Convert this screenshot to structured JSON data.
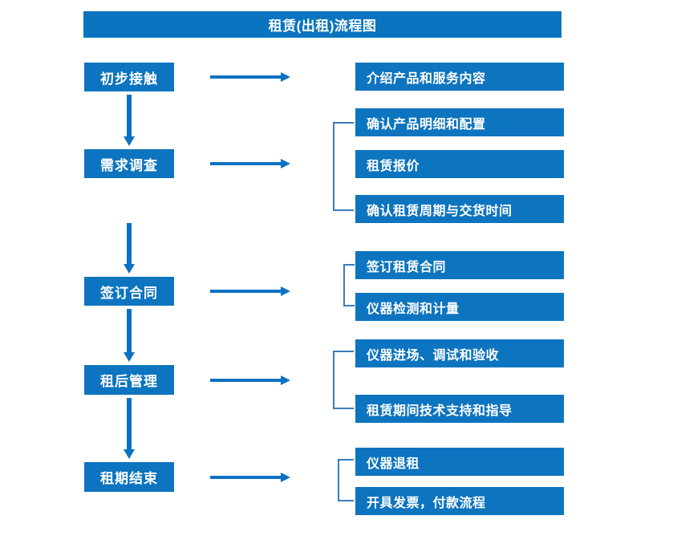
{
  "diagram": {
    "title": "租赁(出租)流程图",
    "colors": {
      "title_bar": "#0b74c0",
      "box": "#0d74bf",
      "arrow": "#0b72c4",
      "bracket": "#3b7bbf",
      "text": "#ffffff",
      "background": "#ffffff"
    },
    "stages": [
      {
        "label": "初步接触"
      },
      {
        "label": "需求调查"
      },
      {
        "label": "签订合同"
      },
      {
        "label": "租后管理"
      },
      {
        "label": "租期结束"
      }
    ],
    "details": [
      {
        "label": "介绍产品和服务内容"
      },
      {
        "label": "确认产品明细和配置"
      },
      {
        "label": "租赁报价"
      },
      {
        "label": "确认租赁周期与交货时间"
      },
      {
        "label": "签订租赁合同"
      },
      {
        "label": "仪器检测和计量"
      },
      {
        "label": "仪器进场、调试和验收"
      },
      {
        "label": "租赁期间技术支持和指导"
      },
      {
        "label": "仪器退租"
      },
      {
        "label": "开具发票，付款流程"
      }
    ],
    "connectors": {
      "horizontal_arrow_count": 5,
      "vertical_arrow_count": 4,
      "bracket_count": 4
    }
  }
}
